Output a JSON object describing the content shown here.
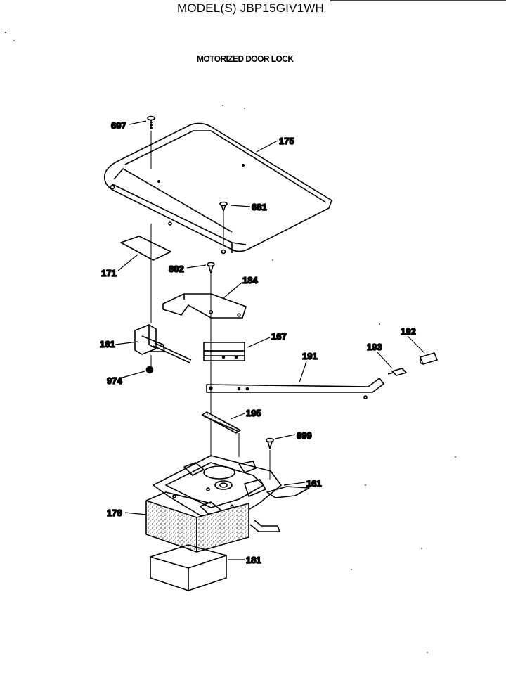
{
  "header": {
    "model": "MODEL(S) JBP15GIV1WH",
    "subtitle": "MOTORIZED DOOR LOCK"
  },
  "callouts": [
    {
      "id": "697",
      "label": "697"
    },
    {
      "id": "175",
      "label": "175"
    },
    {
      "id": "681",
      "label": "681"
    },
    {
      "id": "171",
      "label": "171"
    },
    {
      "id": "802",
      "label": "802"
    },
    {
      "id": "184",
      "label": "184"
    },
    {
      "id": "167",
      "label": "167"
    },
    {
      "id": "161a",
      "label": "161"
    },
    {
      "id": "974",
      "label": "974"
    },
    {
      "id": "191",
      "label": "191"
    },
    {
      "id": "193",
      "label": "193"
    },
    {
      "id": "192",
      "label": "192"
    },
    {
      "id": "195",
      "label": "195"
    },
    {
      "id": "699",
      "label": "699"
    },
    {
      "id": "161b",
      "label": "161"
    },
    {
      "id": "178",
      "label": "178"
    },
    {
      "id": "181",
      "label": "181"
    }
  ],
  "colors": {
    "ink": "#000000",
    "paper": "#ffffff"
  }
}
